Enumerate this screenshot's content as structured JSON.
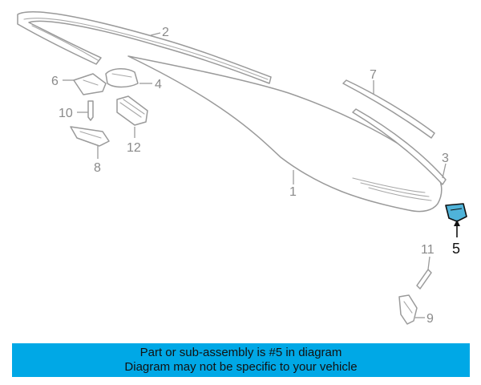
{
  "diagram": {
    "callouts": {
      "c1": "1",
      "c2": "2",
      "c3": "3",
      "c4": "4",
      "c5": "5",
      "c6": "6",
      "c7": "7",
      "c8": "8",
      "c9": "9",
      "c10": "10",
      "c11": "11",
      "c12": "12"
    },
    "highlight_color": "#4fb3d9"
  },
  "banner": {
    "line1": "Part or sub-assembly is #5 in diagram",
    "line2": "Diagram may not be specific to your vehicle",
    "color": "#00a8e6"
  }
}
